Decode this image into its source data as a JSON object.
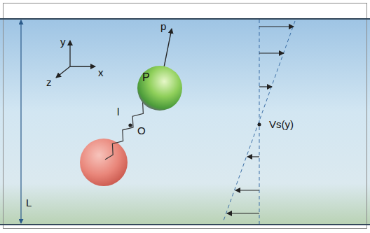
{
  "diagram": {
    "nodes": [
      {
        "text": [
          "P"
        ]
      }
    ],
    "labels": [
      "y",
      "x",
      "z",
      "p",
      "l",
      "O",
      "Vs(y)",
      "L"
    ]
  }
}
